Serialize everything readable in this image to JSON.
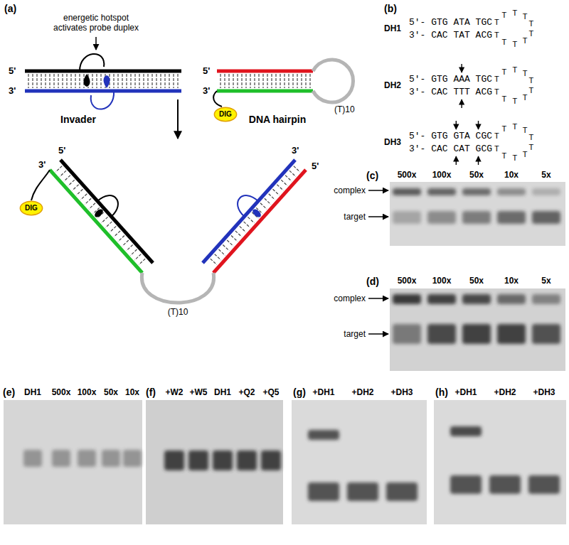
{
  "diagram": {
    "nodes": [
      {
        "text": [
          "DIG"
        ]
      },
      {
        "text": [
          "DIG"
        ]
      }
    ],
    "labels": [
      "(a)",
      "energetic hotspot activates probe duplex",
      "5'",
      "3'",
      "Invader",
      "5'",
      "3'",
      "(T)10",
      "DNA hairpin",
      "5'",
      "3'",
      "3'",
      "5'",
      "(T)10",
      "(b)",
      "DH1",
      "5'- GTG ATA TGC",
      "3'- CAC TAT ACG",
      "T",
      "T",
      "T",
      "T",
      "T",
      "T",
      "T",
      "T",
      "T",
      "T",
      "DH2",
      "5'- GTG AAA TGC",
      "3'- CAC TTT ACG",
      "T",
      "T",
      "T",
      "T",
      "T",
      "T",
      "T",
      "T",
      "T",
      "T",
      "DH3",
      "5'- GTG GTA CGC",
      "3'- CAC CAT GCG",
      "T",
      "T",
      "T",
      "T",
      "T",
      "T",
      "T",
      "T",
      "T",
      "T",
      "(c)",
      "500x",
      "100x",
      "50x",
      "10x",
      "5x",
      "complex",
      "target",
      "(d)",
      "500x",
      "100x",
      "50x",
      "10x",
      "5x",
      "complex",
      "target",
      "(e)",
      "DH1",
      "500x",
      "100x",
      "50x",
      "10x",
      "(f)",
      "+W2",
      "+W5",
      "DH1",
      "+Q2",
      "+Q5",
      "(g)",
      "+DH1",
      "+DH2",
      "+DH3",
      "(h)",
      "+DH1",
      "+DH2",
      "+DH3"
    ]
  }
}
